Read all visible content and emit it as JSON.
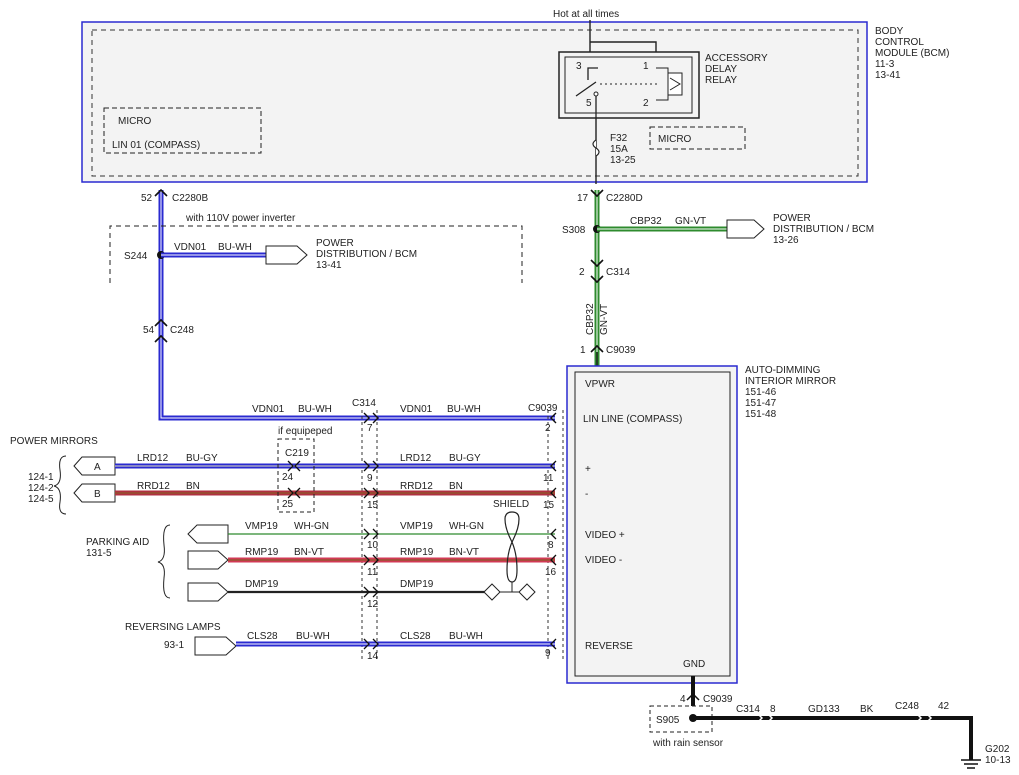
{
  "bcm": {
    "title": [
      "BODY",
      "CONTROL",
      "MODULE (BCM)",
      "11-3",
      "13-41"
    ]
  },
  "hot_label": "Hot at all times",
  "relay": {
    "title": [
      "ACCESSORY",
      "DELAY",
      "RELAY"
    ],
    "pins": [
      "3",
      "1",
      "5",
      "2"
    ],
    "micro": "MICRO"
  },
  "micro_box": {
    "title": "MICRO",
    "line": "LIN 01 (COMPASS)"
  },
  "fuse": {
    "lines": [
      "F32",
      "15A",
      "13-25"
    ]
  },
  "connectors": {
    "c2280b": "C2280B",
    "c2280b_pin": "52",
    "c2280d": "C2280D",
    "c2280d_pin": "17",
    "c314_top": "C314",
    "c314_top_pin": "2",
    "c248": "C248",
    "c248_pin": "54",
    "c9039_top": "C9039",
    "c9039_top_pin": "1",
    "c314_mid": "C314",
    "c9039_mid": "C9039",
    "c219": "C219",
    "c9039_gnd": "C9039",
    "c9039_gnd_pin": "4",
    "c314_gnd": "C314",
    "c314_gnd_pin": "8",
    "c248_gnd": "C248",
    "c248_gnd_pin": "42"
  },
  "inverter_note": "with 110V power inverter",
  "if_equipped": "if equipeped",
  "splices": {
    "s244": "S244",
    "s308": "S308",
    "s905": "S905"
  },
  "power_dist_left": {
    "lines": [
      "POWER",
      "DISTRIBUTION / BCM",
      "13-41"
    ]
  },
  "power_dist_right": {
    "lines": [
      "POWER",
      "DISTRIBUTION / BCM",
      "13-26"
    ]
  },
  "wires": {
    "vdn01": "VDN01",
    "bu_wh": "BU-WH",
    "cbp32": "CBP32",
    "gn_vt": "GN-VT",
    "lrd12": "LRD12",
    "bu_gy": "BU-GY",
    "rrd12": "RRD12",
    "bn": "BN",
    "vmp19": "VMP19",
    "wh_gn": "WH-GN",
    "rmp19": "RMP19",
    "bn_vt": "BN-VT",
    "dmp19": "DMP19",
    "cls28": "CLS28",
    "gd133": "GD133",
    "bk": "BK"
  },
  "pins": {
    "c314_vdn": "7",
    "c9039_vdn": "2",
    "c219_lrd": "24",
    "c219_rrd": "25",
    "c314_lrd": "9",
    "c9039_lrd": "11",
    "c314_rrd": "15",
    "c9039_rrd": "15",
    "c314_vmp": "10",
    "c9039_vmp": "8",
    "c314_rmp": "11",
    "c9039_rmp": "16",
    "c314_dmp": "12",
    "c314_cls": "14",
    "c9039_cls": "9"
  },
  "shield": "SHIELD",
  "mirror": {
    "title": [
      "AUTO-DIMMING",
      "INTERIOR MIRROR",
      "151-46",
      "151-47",
      "151-48"
    ],
    "pins": {
      "vpwr": "VPWR",
      "lin": "LIN LINE (COMPASS)",
      "plus": "+",
      "minus": "-",
      "video_plus": "VIDEO +",
      "video_minus": "VIDEO -",
      "reverse": "REVERSE",
      "gnd": "GND"
    }
  },
  "power_mirrors": {
    "title": "POWER MIRRORS",
    "refs": [
      "124-1",
      "124-2",
      "124-5"
    ],
    "a": "A",
    "b": "B"
  },
  "parking_aid": {
    "title": "PARKING AID",
    "ref": "131-5"
  },
  "reversing_lamps": {
    "title": "REVERSING LAMPS",
    "ref": "93-1"
  },
  "rain_sensor": "with rain sensor",
  "ground": {
    "name": "G202",
    "ref": "10-13"
  }
}
